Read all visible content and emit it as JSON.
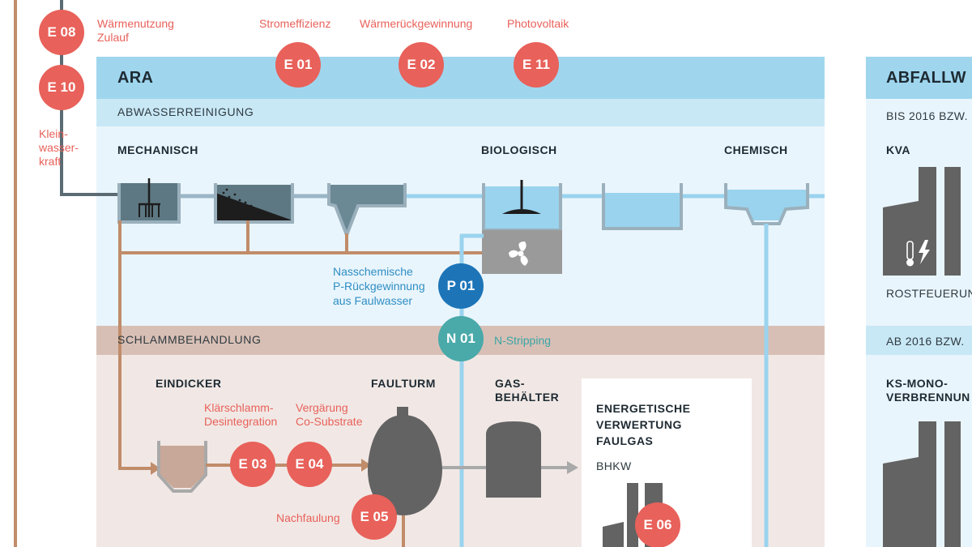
{
  "colors": {
    "red_badge": "#e8615a",
    "blue_badge": "#1d75b8",
    "teal_badge": "#4aa9a9",
    "ara_header": "#9fd6ee",
    "abwasser_band": "#c9e8f6",
    "light_panel": "#e9f5fc",
    "sludge_band": "#d8bfb5",
    "sludge_panel": "#f1e8e5",
    "brown_pipe": "#c08c6a",
    "gray_pipe": "#5b6b74",
    "water_blue": "#9ad3ee",
    "dark_gray": "#636363"
  },
  "top_labels": {
    "waermenutzung": [
      "Wärmenutzung",
      "Zulauf"
    ],
    "stromeffizienz": "Stromeffizienz",
    "waermerueck": "Wärmerückgewinnung",
    "photovoltaik": "Photovoltaik",
    "kleinwasserkraft": [
      "Klein-",
      "wasser-",
      "kraft"
    ]
  },
  "badges": {
    "e08": "E 08",
    "e10": "E 10",
    "e01": "E 01",
    "e02": "E 02",
    "e11": "E 11",
    "p01": "P 01",
    "n01": "N 01",
    "e03": "E 03",
    "e04": "E 04",
    "e05": "E 05",
    "e06": "E 06"
  },
  "ara": {
    "title": "ARA",
    "abwasser": "ABWASSERREINIGUNG",
    "mechanisch": "MECHANISCH",
    "biologisch": "BIOLOGISCH",
    "chemisch": "CHEMISCH",
    "p_rueck": [
      "Nasschemische",
      "P-Rückgewinnung",
      "aus Faulwasser"
    ],
    "schlamm": "SCHLAMMBEHANDLUNG",
    "n_stripping": "N-Stripping",
    "eindicker": "EINDICKER",
    "faulturm": "FAULTURM",
    "gasbehaelter": [
      "GAS-",
      "BEHÄLTER"
    ],
    "klaerschlamm": [
      "Klärschlamm-",
      "Desintegration"
    ],
    "vergaerung": [
      "Vergärung",
      "Co-Substrate"
    ],
    "nachfaulung": "Nachfaulung",
    "energetisch": [
      "ENERGETISCHE",
      "VERWERTUNG",
      "FAULGAS"
    ],
    "bhkw": "BHKW"
  },
  "abfall": {
    "title": "ABFALLW",
    "bis2016": "BIS 2016 BZW.",
    "kva": "KVA",
    "rostfeuerung": "ROSTFEUERUNG",
    "ab2016": "AB 2016 BZW.",
    "ksmono": [
      "KS-MONO-",
      "VERBRENNUN"
    ]
  }
}
